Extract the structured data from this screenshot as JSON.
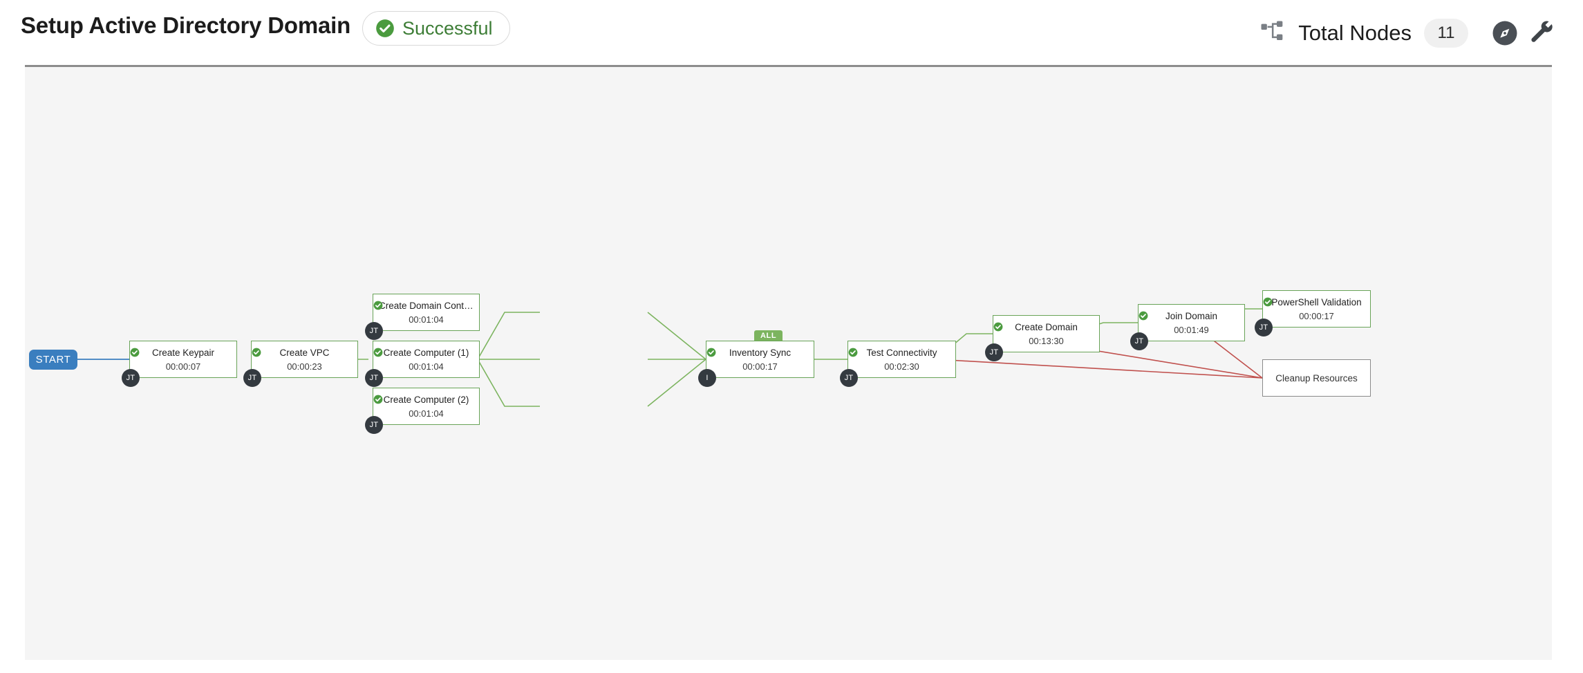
{
  "header": {
    "title": "Setup Active Directory Domain",
    "status": {
      "label": "Successful",
      "icon": "check-circle-icon",
      "color": "#3d7d36"
    },
    "total_nodes_label": "Total Nodes",
    "total_nodes_count": "11",
    "icons": [
      "hierarchy-icon",
      "compass-icon",
      "wrench-icon"
    ]
  },
  "graph": {
    "start": {
      "label": "START",
      "color": "#3a7ebf"
    },
    "colors": {
      "success_edge": "#7cb45f",
      "failure_edge": "#c0504d",
      "start_edge": "#3a7ebf",
      "node_border": "#68a357",
      "pending_border": "#8a8a8a"
    },
    "nodes": [
      {
        "id": "keypair",
        "label": "Create Keypair",
        "duration": "00:00:07",
        "avatar": "JT",
        "status": "success"
      },
      {
        "id": "vpc",
        "label": "Create VPC",
        "duration": "00:00:23",
        "avatar": "JT",
        "status": "success"
      },
      {
        "id": "dc",
        "label": "Create Domain Contr...",
        "duration": "00:01:04",
        "avatar": "JT",
        "status": "success"
      },
      {
        "id": "comp1",
        "label": "Create Computer (1)",
        "duration": "00:01:04",
        "avatar": "JT",
        "status": "success"
      },
      {
        "id": "comp2",
        "label": "Create Computer (2)",
        "duration": "00:01:04",
        "avatar": "JT",
        "status": "success"
      },
      {
        "id": "inv",
        "label": "Inventory Sync",
        "duration": "00:00:17",
        "avatar": "I",
        "status": "success",
        "badge": "ALL"
      },
      {
        "id": "testconn",
        "label": "Test Connectivity",
        "duration": "00:02:30",
        "avatar": "JT",
        "status": "success"
      },
      {
        "id": "createdom",
        "label": "Create Domain",
        "duration": "00:13:30",
        "avatar": "JT",
        "status": "success"
      },
      {
        "id": "joindom",
        "label": "Join Domain",
        "duration": "00:01:49",
        "avatar": "JT",
        "status": "success"
      },
      {
        "id": "psval",
        "label": "PowerShell Validation",
        "duration": "00:00:17",
        "avatar": "JT",
        "status": "success"
      },
      {
        "id": "cleanup",
        "label": "Cleanup Resources",
        "duration": "",
        "avatar": "",
        "status": "pending"
      }
    ]
  }
}
